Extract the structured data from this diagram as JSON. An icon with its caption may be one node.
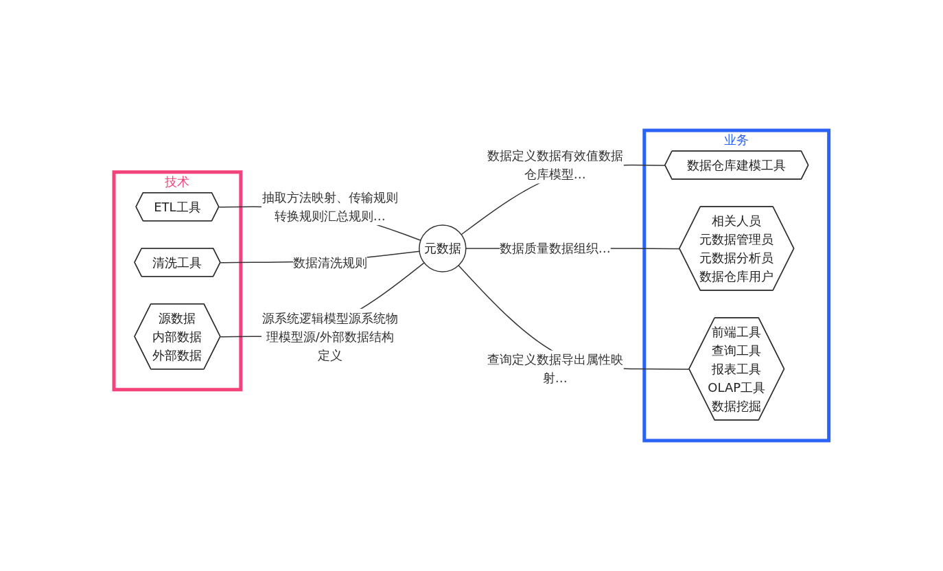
{
  "diagram": {
    "nodes": [
      {
        "text": [
          "技术"
        ]
      },
      {
        "text": [
          "ETL工具"
        ],
        "in": 0
      },
      {
        "text": [
          "清洗工具"
        ],
        "in": 0
      },
      {
        "text": [
          "源数据",
          "内部数据",
          "外部数据"
        ],
        "in": 0
      },
      {
        "text": [
          "业务"
        ]
      },
      {
        "text": [
          "数据仓库建模工具"
        ],
        "in": 4
      },
      {
        "text": [
          "元数据"
        ]
      },
      {
        "text": [
          "相关人员",
          "元数据管理员",
          "元数据分析员",
          "数据仓库用户"
        ],
        "in": 4
      },
      {
        "text": [
          "前端工具",
          "查询工具",
          "报表工具",
          "OLAP工具",
          "数据挖掘"
        ],
        "in": 4
      }
    ],
    "edges": [
      {
        "from": 1,
        "to": 6,
        "arrow": "none",
        "label": "抽取方法映射、传输规则转换规则汇总规则…"
      },
      {
        "from": 2,
        "to": 6,
        "arrow": "none",
        "label": "数据清洗规则"
      },
      {
        "from": 3,
        "to": 6,
        "arrow": "none",
        "label": "源系统逻辑模型源系统物理模型源/外部数据结构定义"
      },
      {
        "from": 6,
        "to": 5,
        "arrow": "none",
        "label": "数据定义数据有效值数据仓库模型…"
      },
      {
        "from": 6,
        "to": 7,
        "arrow": "none",
        "label": "数据质量数据组织…"
      },
      {
        "from": 6,
        "to": 8,
        "arrow": "none",
        "label": "查询定义数据导出属性映射…"
      }
    ]
  }
}
